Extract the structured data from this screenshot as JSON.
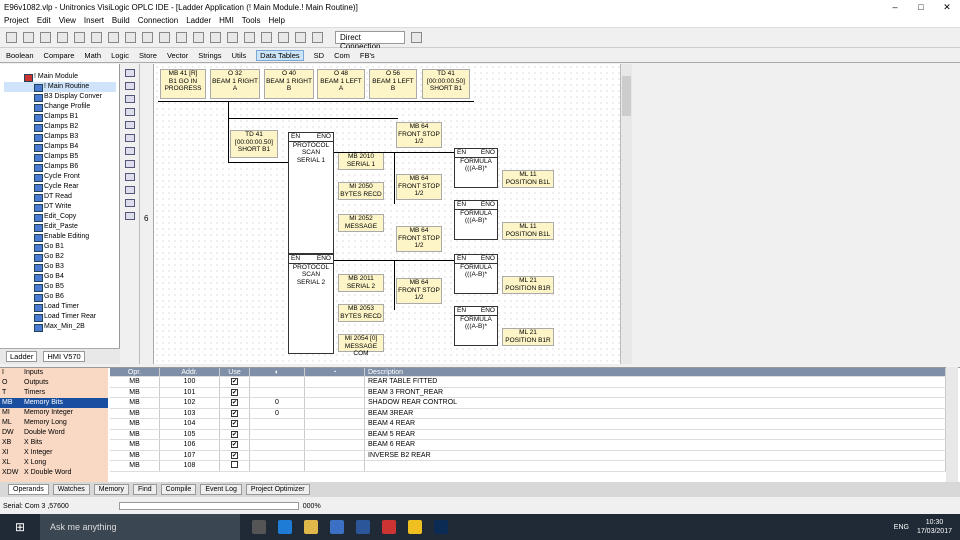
{
  "window": {
    "title": "E96v1082.vlp - Unitronics VisiLogic OPLC IDE - [Ladder Application (! Main Module.! Main Routine)]",
    "min": "–",
    "max": "□",
    "close": "✕"
  },
  "menu": [
    "Project",
    "Edit",
    "View",
    "Insert",
    "Build",
    "Connection",
    "Ladder",
    "HMI",
    "Tools",
    "Help"
  ],
  "toolbar": {
    "connection": "Direct Connection"
  },
  "toolbar2": [
    "Boolean",
    "Compare",
    "Math",
    "Logic",
    "Store",
    "Vector",
    "Strings",
    "Utils",
    "Data Tables",
    "SD",
    "Com",
    "FB's"
  ],
  "toolbar2_active": "Data Tables",
  "tree": {
    "root": "! Main Module",
    "items": [
      "! Main Routine",
      "B3 Display Conver",
      "Change Profile",
      "Clamps B1",
      "Clamps B2",
      "Clamps B3",
      "Clamps B4",
      "Clamps B5",
      "Clamps B6",
      "Cycle Front",
      "Cycle Rear",
      "DT Read",
      "DT Write",
      "Edit_Copy",
      "Edit_Paste",
      "Enable Editing",
      "Go B1",
      "Go B2",
      "Go B3",
      "Go B4",
      "Go B5",
      "Go B6",
      "Load Timer",
      "Load Timer Rear",
      "Max_Min_2B"
    ]
  },
  "left_tabs": [
    "Ladder",
    "HMI V570"
  ],
  "rung_number": "6",
  "ladder": {
    "top_contacts": [
      [
        "MB 41 [R]",
        "B1 GO IN",
        "PROGRESS"
      ],
      [
        "O 32",
        "BEAM 1 RIGHT",
        "A"
      ],
      [
        "O 40",
        "BEAM 1 RIGHT",
        "B"
      ],
      [
        "O 48",
        "BEAM 1 LEFT",
        "A"
      ],
      [
        "O 56",
        "BEAM 1 LEFT",
        "B"
      ],
      [
        "TD 41",
        "[00:00:00.50]",
        "SHORT B1"
      ]
    ],
    "timer": [
      "TD 41",
      "[00:00:00.50]",
      "SHORT B1"
    ],
    "fb1": {
      "hdr_l": "EN",
      "hdr_r": "ENO",
      "l1": "PROTOCOL",
      "l2": "SCAN",
      "l3": "SERIAL 1"
    },
    "fb2": {
      "hdr_l": "EN",
      "hdr_r": "ENO",
      "l1": "PROTOCOL",
      "l2": "SCAN",
      "l3": "SERIAL 2"
    },
    "ops1": [
      [
        "MB 2010",
        "SERIAL 1"
      ],
      [
        "MI 2050",
        "BYTES RECD"
      ],
      [
        "MI 2052",
        "MESSAGE"
      ]
    ],
    "ops2": [
      [
        "MB 2011",
        "SERIAL 2"
      ],
      [
        "MB 2053",
        "BYTES RECD"
      ],
      [
        "MI 2054 [0]",
        "MESSAGE COM"
      ]
    ],
    "stops": [
      [
        "MB 64",
        "FRONT STOP",
        "1/2"
      ],
      [
        "MB 64",
        "FRONT STOP",
        "1/2"
      ],
      [
        "MB 64",
        "FRONT STOP",
        "1/2"
      ],
      [
        "MB 64",
        "FRONT STOP",
        "1/2"
      ]
    ],
    "formula": {
      "hdr_l": "EN",
      "hdr_r": "ENO",
      "l1": "FORMULA",
      "l2": "(((A-B)*",
      "a": "A"
    },
    "outs": [
      [
        "ML 11",
        "POSITION B1L"
      ],
      [
        "ML 11",
        "POSITION B1L"
      ],
      [
        "ML 21",
        "POSITION B1R"
      ],
      [
        "ML 21",
        "POSITION B1R"
      ]
    ]
  },
  "types": [
    [
      "I",
      "Inputs"
    ],
    [
      "O",
      "Outputs"
    ],
    [
      "T",
      "Timers"
    ],
    [
      "MB",
      "Memory Bits"
    ],
    [
      "MI",
      "Memory Integer"
    ],
    [
      "ML",
      "Memory Long"
    ],
    [
      "DW",
      "Double Word"
    ],
    [
      "XB",
      "X Bits"
    ],
    [
      "XI",
      "X Integer"
    ],
    [
      "XL",
      "X Long"
    ],
    [
      "XDW",
      "X Double Word"
    ]
  ],
  "types_selected": "MB",
  "table": {
    "headers": [
      "Opr.",
      "Addr.",
      "Use",
      "",
      "",
      "Description"
    ],
    "rows": [
      [
        "MB",
        "100",
        "✔",
        "",
        "",
        "REAR TABLE FITTED"
      ],
      [
        "MB",
        "101",
        "✔",
        "",
        "",
        "BEAM 3 FRONT_REAR"
      ],
      [
        "MB",
        "102",
        "✔",
        "0",
        "",
        "SHADOW REAR CONTROL"
      ],
      [
        "MB",
        "103",
        "✔",
        "0",
        "",
        "BEAM 3REAR"
      ],
      [
        "MB",
        "104",
        "✔",
        "",
        "",
        "BEAM 4 REAR"
      ],
      [
        "MB",
        "105",
        "✔",
        "",
        "",
        "BEAM 5 REAR"
      ],
      [
        "MB",
        "106",
        "✔",
        "",
        "",
        "BEAM 6 REAR"
      ],
      [
        "MB",
        "107",
        "✔",
        "",
        "",
        "INVERSE B2 REAR"
      ],
      [
        "MB",
        "108",
        "",
        "",
        "",
        ""
      ]
    ]
  },
  "bottom_tabs": [
    "Operands",
    "Watches",
    "Memory",
    "Find",
    "Compile",
    "Event Log",
    "Project Optimizer"
  ],
  "status": {
    "serial": "Serial:  Com 3 ,57600",
    "pct": "000%"
  },
  "taskbar": {
    "search": "Ask me anything",
    "lang": "ENG",
    "time": "10:30",
    "date": "17/03/2017"
  }
}
